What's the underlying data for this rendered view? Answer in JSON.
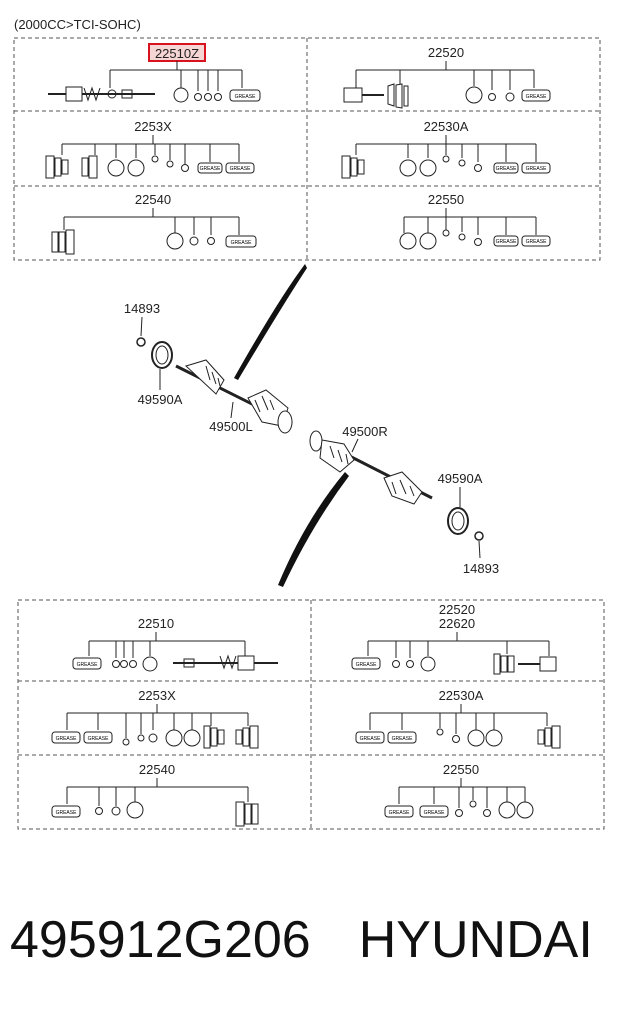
{
  "header": {
    "engine": "(2000CC>TCI-SOHC)"
  },
  "top_kits": {
    "highlighted": "22510Z",
    "c1": "22520",
    "c2": "2253X",
    "c3": "22530A",
    "c4": "22540",
    "c5": "22550"
  },
  "middle": {
    "left_clip": "14893",
    "left_ring": "49590A",
    "left_shaft": "49500L",
    "right_shaft": "49500R",
    "right_ring": "49590A",
    "right_clip": "14893"
  },
  "bottom_kits": {
    "a1": "22510",
    "a2_line1": "22520",
    "a2_line2": "22620",
    "a3": "2253X",
    "a4": "22530A",
    "a5": "22540",
    "a6": "22550"
  },
  "grease_label": "GREASE",
  "footer": {
    "part_number": "495912G206",
    "brand": "HYUNDAI"
  },
  "colors": {
    "highlight": "#d9121f",
    "highlight_fill": "#f6d5d5",
    "line": "#222222"
  }
}
